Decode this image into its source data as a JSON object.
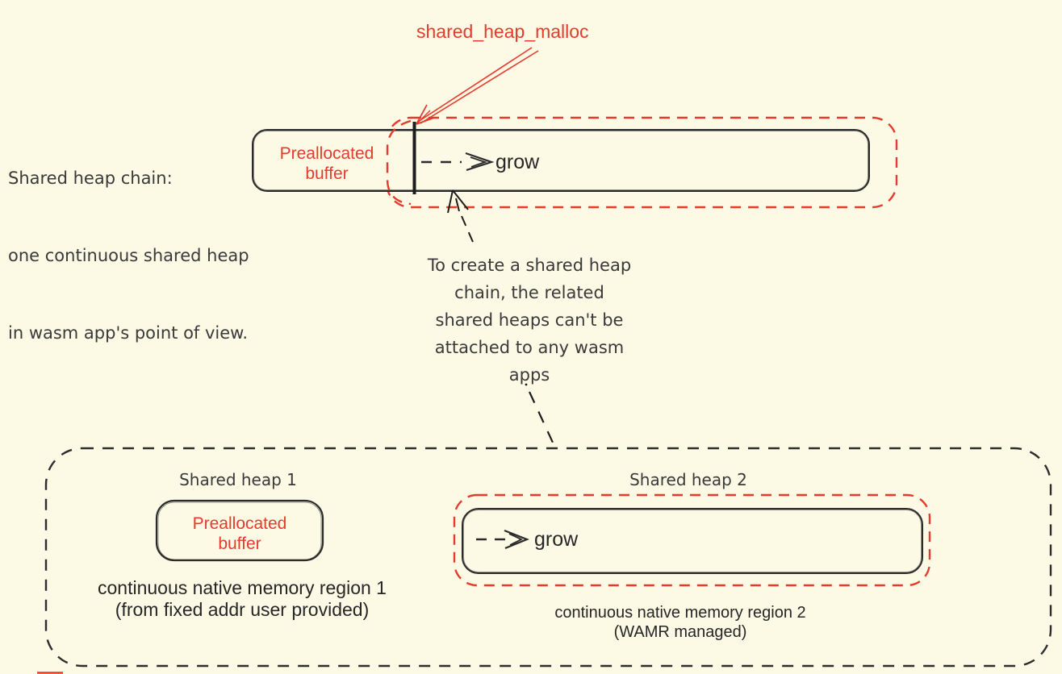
{
  "colors": {
    "background": "#fcf9e5",
    "accent_red": "#e53b2d",
    "ink": "#2b2b2b"
  },
  "top_section": {
    "malloc_label": "shared_heap_malloc",
    "chain_note_lines": [
      "Shared heap chain:",
      "one continuous shared heap",
      "in wasm app's point of view."
    ],
    "preallocated_buffer_lines": [
      "Preallocated",
      "buffer"
    ],
    "grow_label": "grow"
  },
  "middle_note_lines": [
    "To create a shared heap",
    "chain, the related",
    "shared heaps can't be",
    "attached to any wasm",
    "apps"
  ],
  "bottom_section": {
    "heap1": {
      "title": "Shared heap 1",
      "buffer_lines": [
        "Preallocated",
        "buffer"
      ],
      "caption_lines": [
        "continuous native memory region 1",
        "(from fixed addr user provided)"
      ]
    },
    "heap2": {
      "title": "Shared heap 2",
      "grow_label": "grow",
      "caption_lines": [
        "continuous native memory region 2",
        "(WAMR managed)"
      ]
    }
  }
}
